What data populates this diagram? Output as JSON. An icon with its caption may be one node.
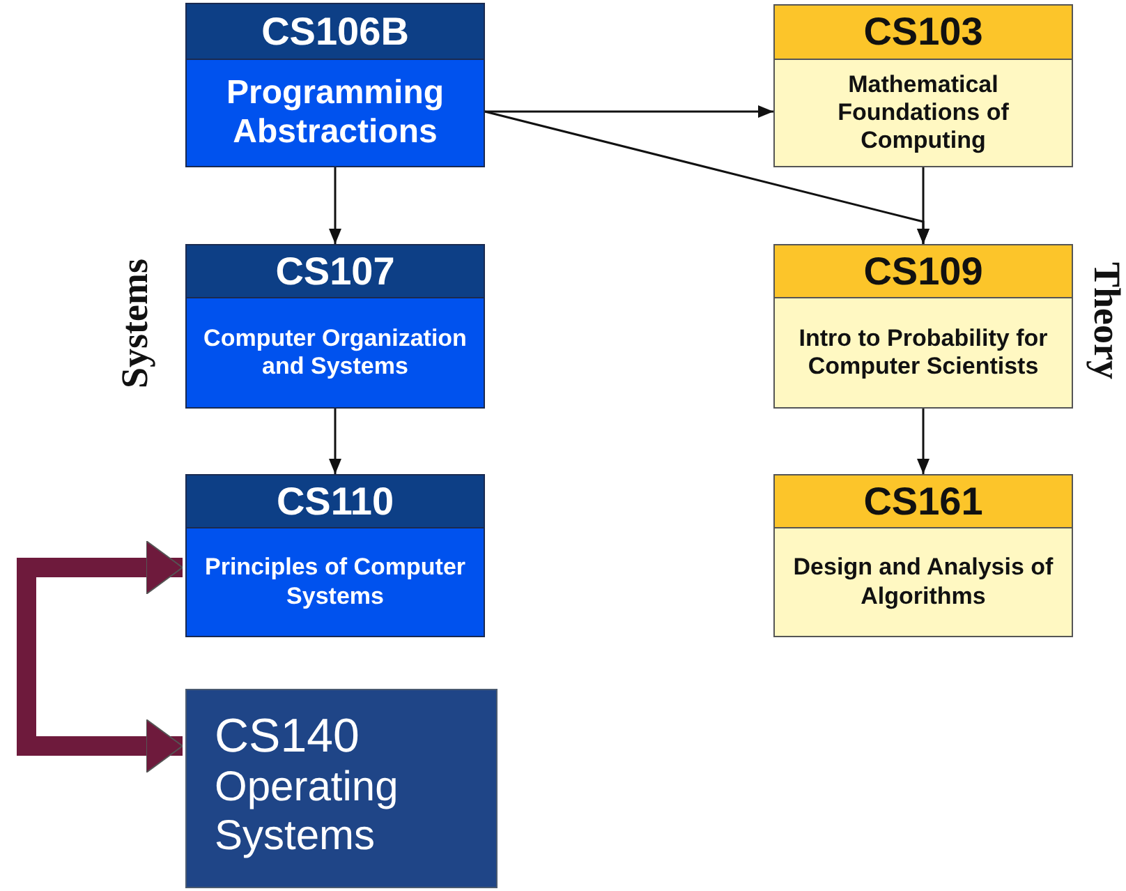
{
  "diagram": {
    "nodes": [
      {
        "text": [
          "CS106B",
          "Programming Abstractions"
        ]
      },
      {
        "text": [
          "CS107",
          "Computer Organization and Systems"
        ]
      },
      {
        "text": [
          "CS110",
          "Principles of Computer Systems"
        ]
      },
      {
        "text": [
          "CS140",
          "Operating Systems"
        ]
      },
      {
        "text": [
          "CS103",
          "Mathematical Foundations of Computing"
        ]
      },
      {
        "text": [
          "CS109",
          "Intro to Probability for Computer Scientists"
        ]
      },
      {
        "text": [
          "CS161",
          "Design and Analysis of Algorithms"
        ]
      }
    ],
    "edges": [
      {
        "from": 0,
        "to": 1,
        "arrow": "to"
      },
      {
        "from": 1,
        "to": 2,
        "arrow": "to"
      },
      {
        "from": 0,
        "to": 4,
        "arrow": "to"
      },
      {
        "from": 0,
        "to": 5,
        "arrow": "to"
      },
      {
        "from": 4,
        "to": 5,
        "arrow": "to"
      },
      {
        "from": 5,
        "to": 6,
        "arrow": "to"
      },
      {
        "from": 2,
        "to": 3,
        "arrow": "both",
        "style": "thick",
        "color": "#6e1a3c"
      }
    ],
    "labels": [
      "Systems",
      "Theory"
    ]
  }
}
